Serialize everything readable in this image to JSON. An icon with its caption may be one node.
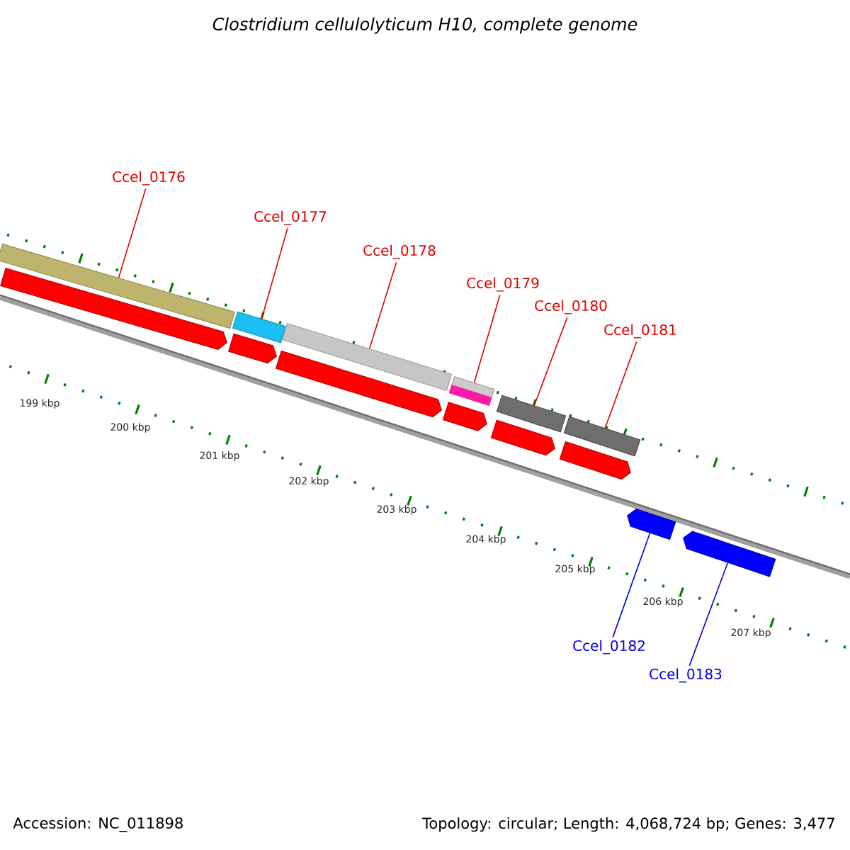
{
  "diagram": {
    "title": "Clostridium cellulolyticum H10, complete genome",
    "nodes": [
      {
        "text": [
          "Ccel_0176"
        ]
      },
      {
        "text": [
          "Ccel_0177"
        ]
      },
      {
        "text": [
          "Ccel_0178"
        ]
      },
      {
        "text": [
          "Ccel_0179"
        ]
      },
      {
        "text": [
          "Ccel_0180"
        ]
      },
      {
        "text": [
          "Ccel_0181"
        ]
      },
      {
        "text": [
          "Ccel_0182"
        ]
      },
      {
        "text": [
          "Ccel_0183"
        ]
      },
      {
        "text": [],
        "shape": "bar"
      },
      {
        "text": [],
        "shape": "bar"
      },
      {
        "text": [],
        "shape": "bar"
      },
      {
        "text": [],
        "shape": "bar"
      },
      {
        "text": [],
        "shape": "bar"
      },
      {
        "text": [],
        "shape": "bar"
      },
      {
        "text": [],
        "shape": "pentagon"
      },
      {
        "text": [],
        "shape": "pentagon"
      },
      {
        "text": [],
        "shape": "pentagon"
      },
      {
        "text": [],
        "shape": "pentagon"
      },
      {
        "text": [],
        "shape": "pentagon"
      },
      {
        "text": [],
        "shape": "pentagon"
      },
      {
        "text": [],
        "shape": "pentagon"
      },
      {
        "text": [],
        "shape": "pentagon"
      }
    ],
    "edges": [
      {
        "from": 0,
        "to": 8,
        "arrow": "none"
      },
      {
        "from": 1,
        "to": 9,
        "arrow": "none"
      },
      {
        "from": 2,
        "to": 10,
        "arrow": "none"
      },
      {
        "from": 3,
        "to": 11,
        "arrow": "none"
      },
      {
        "from": 4,
        "to": 12,
        "arrow": "none"
      },
      {
        "from": 5,
        "to": 13,
        "arrow": "none"
      },
      {
        "from": 6,
        "to": 20,
        "arrow": "none",
        "color": "#0000e0"
      },
      {
        "from": 7,
        "to": 21,
        "arrow": "none",
        "color": "#0000e0"
      }
    ],
    "labels": [
      "199 kbp",
      "200 kbp",
      "201 kbp",
      "202 kbp",
      "203 kbp",
      "204 kbp",
      "205 kbp",
      "206 kbp",
      "207 kbp",
      "Accession: NC_011898",
      "Topology: circular; Length: 4,068,724 bp; Genes: 3,477"
    ]
  }
}
